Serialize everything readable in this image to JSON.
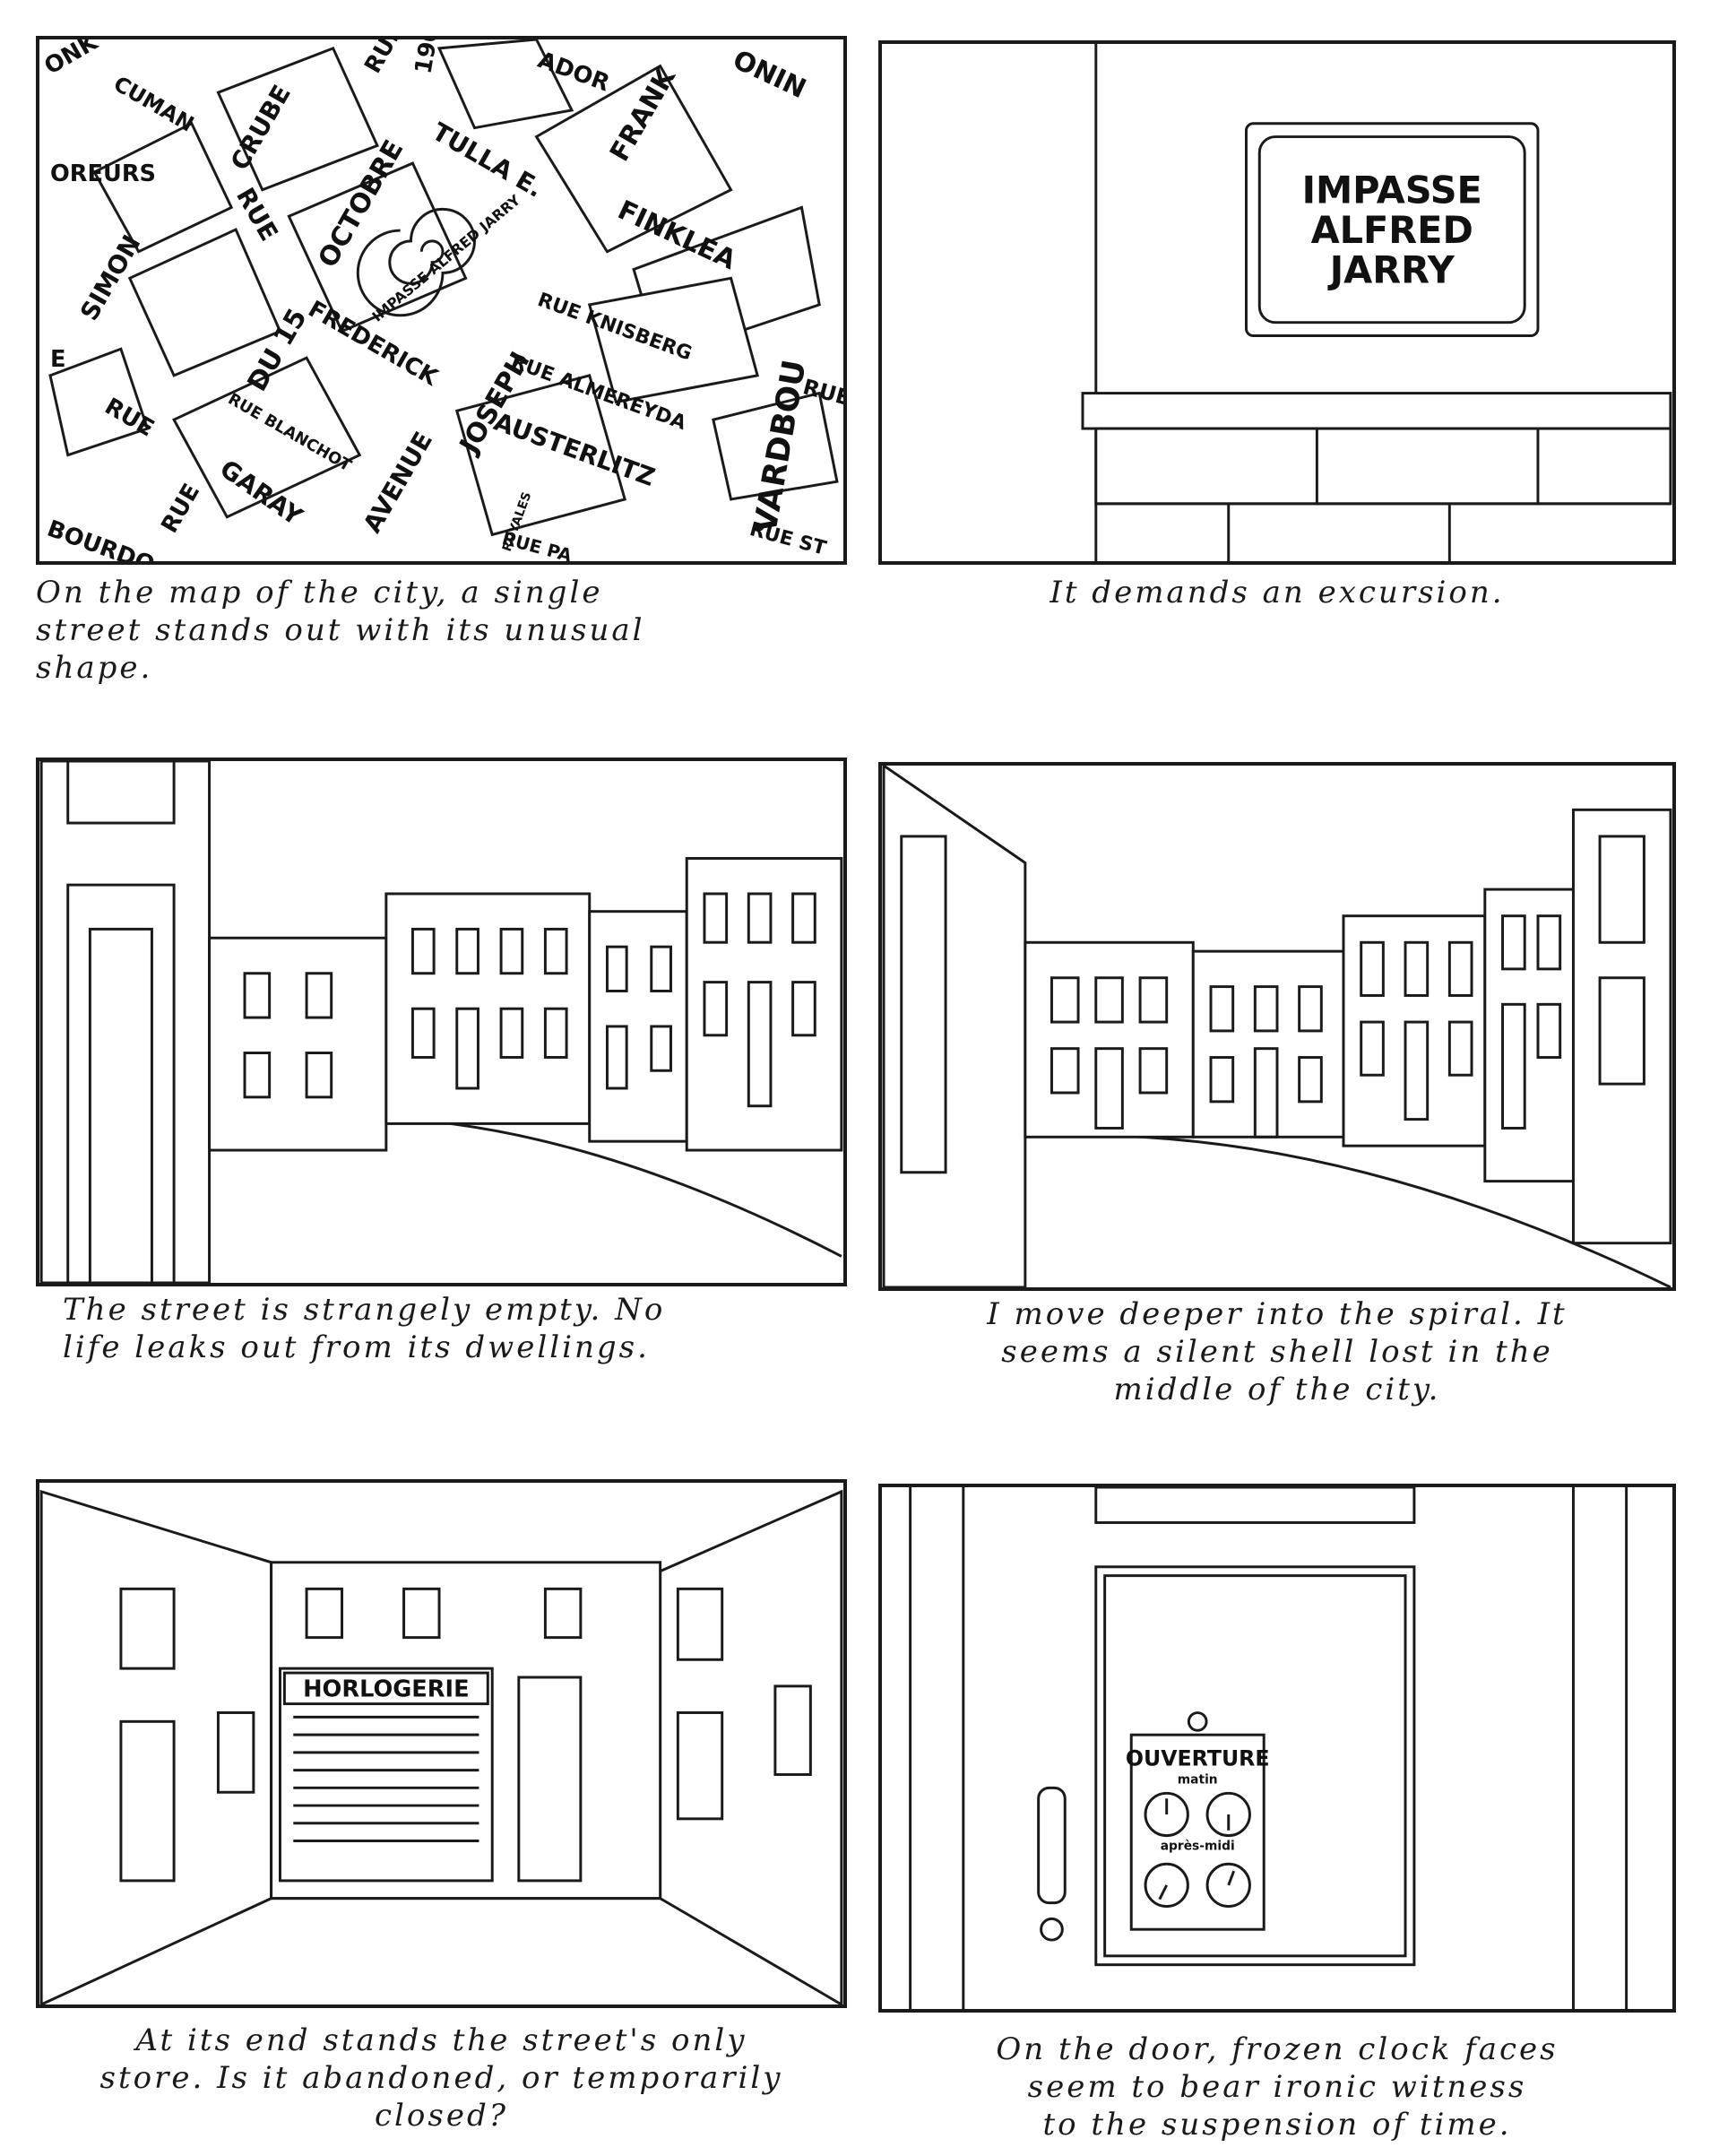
{
  "panels": [
    {
      "caption": "On the map of the city, a single\nstreet stands out with its unusual\nshape.",
      "street_labels": [
        "ONK",
        "CUMAN",
        "CRUBE",
        "RUE",
        "190",
        "ADOR",
        "ONIN",
        "OREURS",
        "TULLA E.",
        "FRANK",
        "IMPASSE ALFRED JARRY",
        "OCTOBRE",
        "SIMON",
        "RUE",
        "DU 15",
        "FINKLEA",
        "RUE KNISBERG",
        "JOSEPH",
        "FREDERICK",
        "RUE ALMEREYDA",
        "E",
        "RUE",
        "RUE BLANCHOT",
        "AUSTERLITZ",
        "AVENUE",
        "GARAY",
        "RUE",
        "BOURDO",
        "ROYALES",
        "RUE PA",
        "VARDBOU",
        "RUE",
        "RUE ST"
      ]
    },
    {
      "caption": "It demands an excursion.",
      "sign_lines": [
        "IMPASSE",
        "ALFRED",
        "JARRY"
      ]
    },
    {
      "caption": "The street is strangely empty. No\nlife leaks out from its dwellings."
    },
    {
      "caption": "I move deeper into the spiral. It\nseems a silent shell lost in the\nmiddle of the city."
    },
    {
      "caption": "At its end stands the street's only\nstore. Is it abandoned, or temporarily\nclosed?",
      "shop_sign": "HORLOGERIE"
    },
    {
      "caption": "On the door, frozen clock faces\nseem to bear ironic witness\nto the suspension of time.",
      "notice_title": "OUVERTURE",
      "notice_morning": "matin",
      "notice_afternoon": "après-midi"
    }
  ]
}
